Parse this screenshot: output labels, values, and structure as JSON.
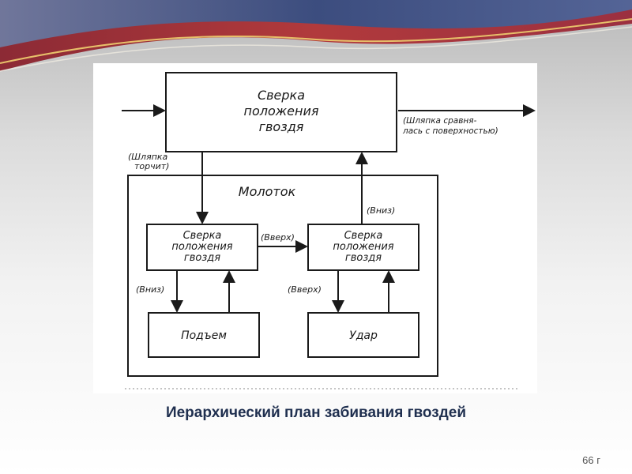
{
  "slide": {
    "caption": "Иерархический план забивания гвоздей",
    "page_number": "66 г"
  },
  "diagram": {
    "top_box": [
      "Сверка",
      "положения",
      "гвоздя"
    ],
    "out_label": [
      "(Шляпка сравня-",
      "лась с поверхностью)"
    ],
    "left_label": [
      "(Шляпка",
      "торчит)"
    ],
    "hammer_title": "Молоток",
    "left_test": [
      "Сверка",
      "положения",
      "гвоздя"
    ],
    "right_test": [
      "Сверка",
      "положения",
      "гвоздя"
    ],
    "up_mid_label": "(Вверх)",
    "down_right_label": "(Вниз)",
    "down_left_label": "(Вниз)",
    "up_left_label": "(Вверх)",
    "lift_box": "Подъем",
    "strike_box": "Удар"
  },
  "colors": {
    "banner_red": "#a8333a",
    "banner_blue": "#2f4f86",
    "banner_gold": "#e7c06a",
    "caption": "#1f2f4f"
  }
}
